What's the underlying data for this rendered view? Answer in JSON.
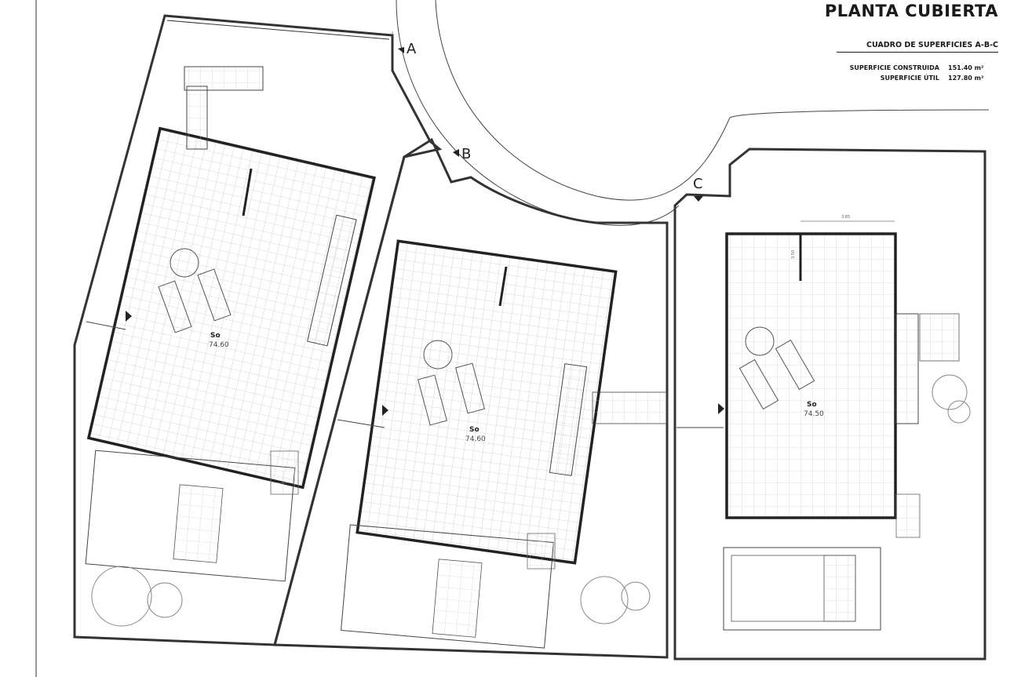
{
  "plan": {
    "title": "PLANTA CUBIERTA",
    "table_title": "CUADRO DE SUPERFICIES A-B-C",
    "rows": [
      {
        "label": "SUPERFICIE CONSTRUIDA",
        "value": "151.40 m²"
      },
      {
        "label": "SUPERFICIE ÚTIL",
        "value": "127.80 m²"
      }
    ],
    "access_labels": {
      "a": "A",
      "b": "B",
      "c": "C"
    },
    "rooms": [
      {
        "name": "So",
        "area": "74.60"
      },
      {
        "name": "So",
        "area": "74.60"
      },
      {
        "name": "So",
        "area": "74.50"
      }
    ],
    "dimensions": {
      "width": "3.85",
      "height": "3.50"
    }
  }
}
